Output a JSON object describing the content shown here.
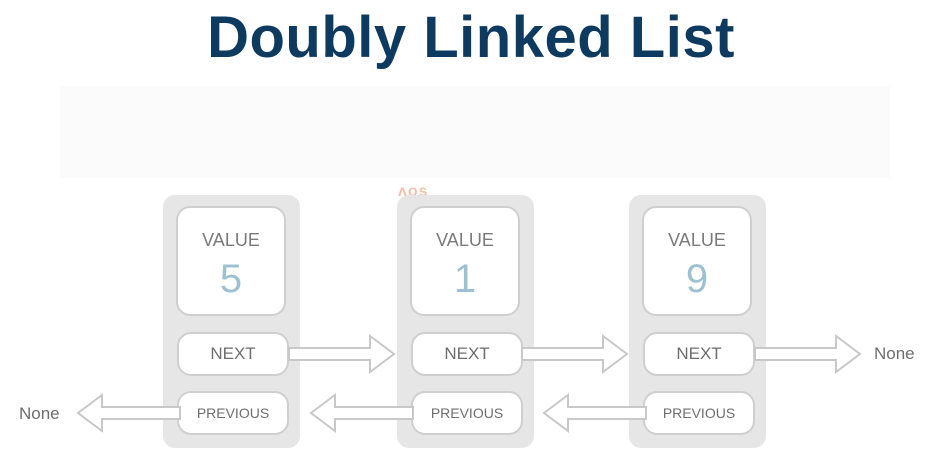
{
  "title": "Doubly Linked List",
  "faint_mark": "ʌos",
  "nodes": [
    {
      "value_label": "VALUE",
      "value": "5",
      "next_label": "NEXT",
      "prev_label": "PREVIOUS"
    },
    {
      "value_label": "VALUE",
      "value": "1",
      "next_label": "NEXT",
      "prev_label": "PREVIOUS"
    },
    {
      "value_label": "VALUE",
      "value": "9",
      "next_label": "NEXT",
      "prev_label": "PREVIOUS"
    }
  ],
  "none_left": "None",
  "none_right": "None",
  "colors": {
    "title": "#0e3a5f",
    "value_number": "#9ec1d2",
    "node_bg": "#e6e6e6",
    "arrow_stroke": "#c8c8c8"
  }
}
